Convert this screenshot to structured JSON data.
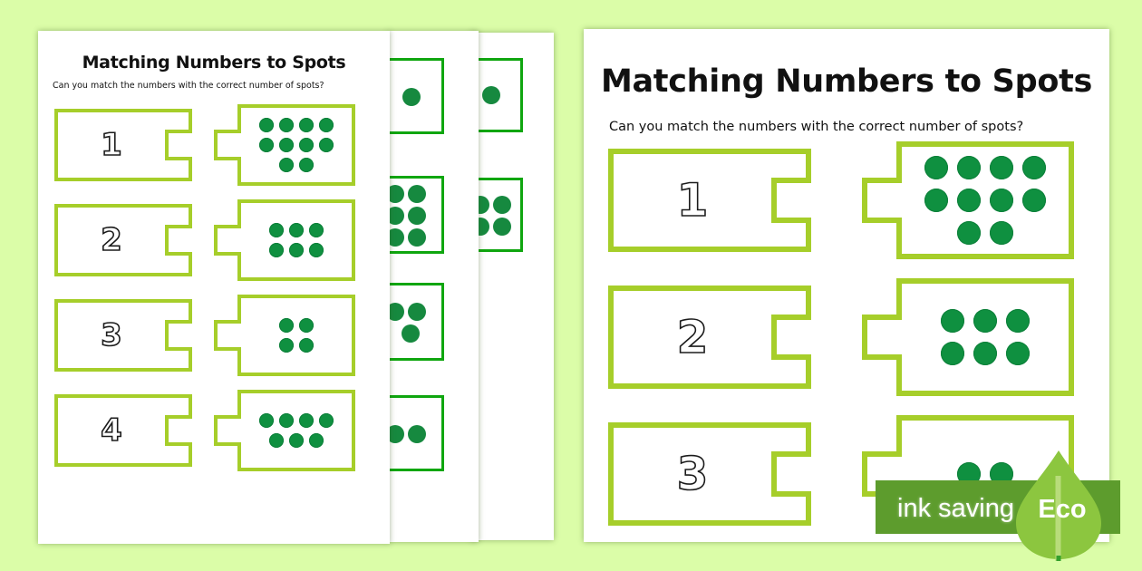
{
  "background_color": "#dbfda8",
  "theme": {
    "piece_border": "#a6ce2a",
    "spot_green": "#0f9040",
    "frag_border": "#0fa60f",
    "badge_bar": "#5d9c2d",
    "badge_leaf": "#8cc63f",
    "paper": "#ffffff"
  },
  "left_page": {
    "title": "Matching Numbers to Spots",
    "subtitle": "Can you match the numbers with the correct number of spots?",
    "rows": [
      {
        "number": "1",
        "spot_rows": [
          4,
          4,
          2
        ],
        "spot_count": 10
      },
      {
        "number": "2",
        "spot_rows": [
          3,
          3
        ],
        "spot_count": 6
      },
      {
        "number": "3",
        "spot_rows": [
          2,
          2
        ],
        "spot_count": 4
      },
      {
        "number": "4",
        "spot_rows": [
          4,
          3
        ],
        "spot_count": 7
      }
    ]
  },
  "right_page": {
    "title": "Matching Numbers to Spots",
    "subtitle": "Can you match the numbers with the correct number of spots?",
    "rows": [
      {
        "number": "1",
        "spot_rows": [
          4,
          4,
          2
        ],
        "spot_count": 10
      },
      {
        "number": "2",
        "spot_rows": [
          3,
          3
        ],
        "spot_count": 6
      },
      {
        "number": "3",
        "spot_rows": [
          2
        ],
        "spot_count": 2
      }
    ]
  },
  "background_sheets": [
    {
      "fragments": [
        {
          "spot_rows": [
            1
          ]
        },
        {
          "spot_rows": [
            2,
            2,
            2
          ]
        },
        {
          "spot_rows": [
            2,
            1
          ]
        },
        {
          "spot_rows": [
            2
          ]
        }
      ]
    },
    {
      "fragments": [
        {
          "spot_rows": [
            1
          ]
        },
        {
          "spot_rows": [
            2,
            2
          ]
        }
      ]
    }
  ],
  "eco_badge": {
    "bar_label": "ink saving",
    "leaf_label": "Eco"
  }
}
